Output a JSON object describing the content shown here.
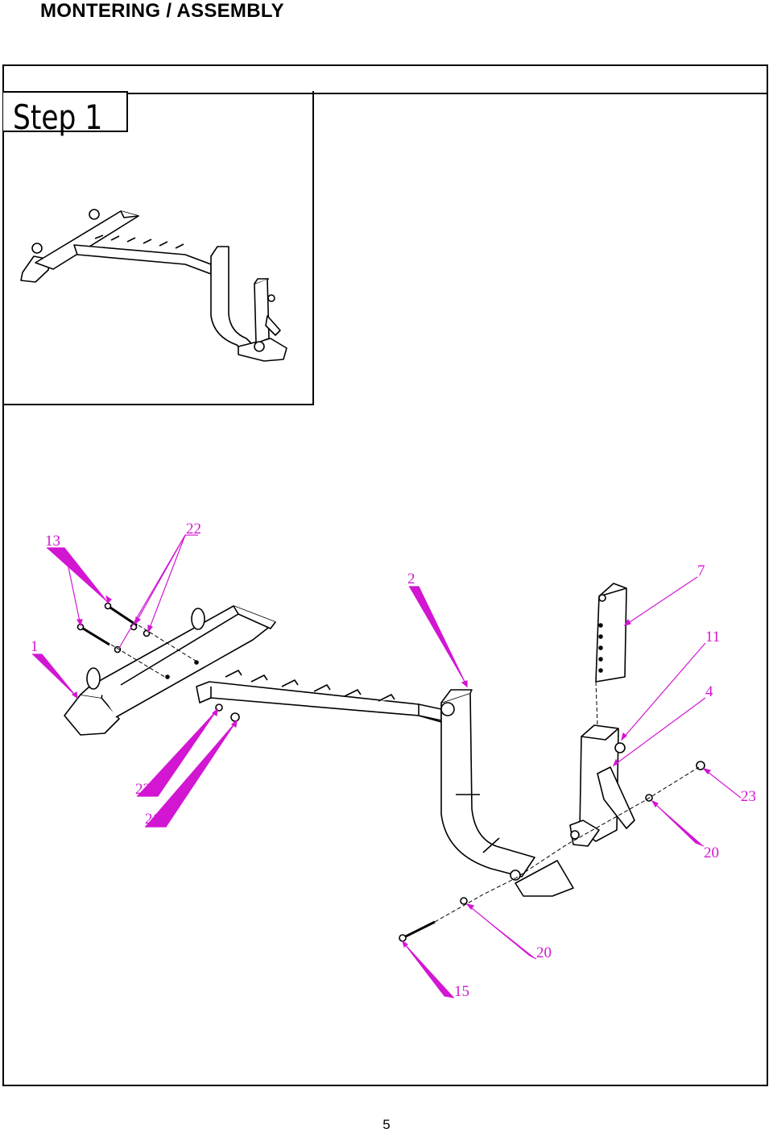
{
  "header": {
    "title": "MONTERING / ASSEMBLY"
  },
  "step": {
    "label": "Step  1"
  },
  "callouts": {
    "c13": "13",
    "c22a": "22",
    "c2": "2",
    "c7": "7",
    "c11": "11",
    "c1": "1",
    "c4": "4",
    "c23": "23",
    "c22b": "22",
    "c21": "21",
    "c20a": "20",
    "c20b": "20",
    "c15": "15"
  },
  "footer": {
    "page_number": "5"
  },
  "colors": {
    "callout": "#d216d2",
    "lines": "#000000"
  }
}
